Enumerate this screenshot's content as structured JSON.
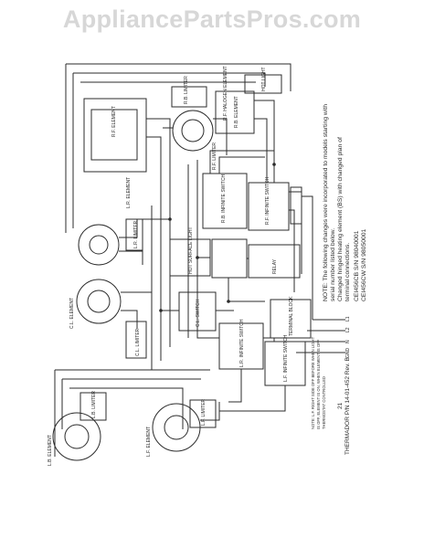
{
  "watermark": "AppliancePartsPros.com",
  "note": {
    "line1": "NOTE: The following changes were incorporated to models starting with",
    "line2": "serial number listed below.",
    "line3": "Changed hinged heating element (BS) with changed plan of",
    "line4": "terminal connections.",
    "model1": "CEI456CB S/N 98040001",
    "model2": "CEI456CW S/N 98050001"
  },
  "rotated_note": {
    "line1": "NOTE: L.F. RIGHT SIDE OFF BEFORE WHEN LIGHT",
    "line2": "IS OFF, ELEMENT IS ON, WHEN ELEMENT IS OFF",
    "line3": "THERMOSTAT CONTROLLED"
  },
  "footer": {
    "page": "21",
    "part": "THERMADOR P/N 14-01-452 Rev. B"
  },
  "labels": {
    "rf_element": "R.F. ELEMENT",
    "rf_halogen": "R.F. HALOGEN ELEMENT",
    "rb_element": "R.B. ELEMENT",
    "rb_limiter": "R.B. LIMITER",
    "rf_infinite_switch": "R.F. INFINITE SWITCH",
    "rb_infinite_switch": "R.B. INFINITE SWITCH",
    "rf_limiter": "R.F. LIMITER",
    "lr_element": "L.R. ELEMENT",
    "lr_limiter": "L.R. LIMITER",
    "cl_element": "C.L. ELEMENT",
    "cl_limiter": "C.L. LIMITER",
    "hot_light": "HOT LIGHT",
    "hot_surface_light": "HOT SURFACE LIGHT",
    "lf_infinite_switch": "L.F. INFINITE SWITCH",
    "lr_infinite_switch": "L.R. INFINITE SWITCH",
    "cl_switch": "C.L. SWITCH",
    "lb_element": "L.B. ELEMENT",
    "lb_limiter": "L.B. LIMITER",
    "lf_element": "L.F. ELEMENT",
    "lf_limiter": "L.F. LIMITER",
    "relay": "RELAY",
    "terminal_block": "TERMINAL BLOCK",
    "ground": "GND",
    "l1": "L1",
    "l2": "L2",
    "n": "N"
  },
  "colors": {
    "ink": "#2b2b2b",
    "watermark": "#d7d7d7"
  }
}
